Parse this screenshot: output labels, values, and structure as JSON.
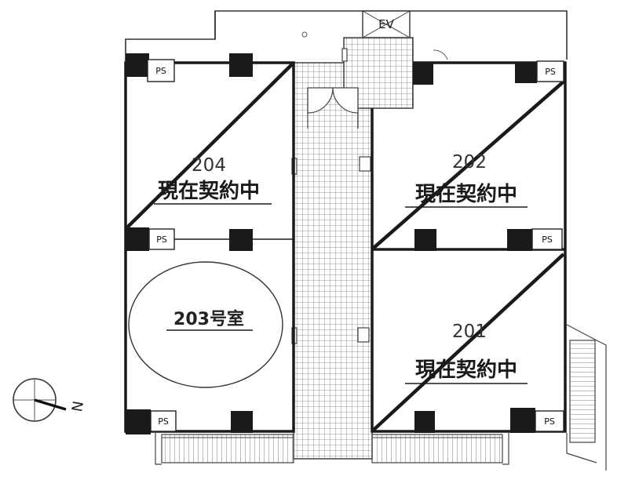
{
  "floorplan": {
    "elevator_label": "EV",
    "ps_label": "PS",
    "compass_label": "N",
    "units": [
      {
        "id": "unit-204",
        "number": "204",
        "status": "現在契約中"
      },
      {
        "id": "unit-202",
        "number": "202",
        "status": "現在契約中"
      },
      {
        "id": "unit-201",
        "number": "201",
        "status": "現在契約中"
      },
      {
        "id": "unit-203",
        "label": "203号室"
      }
    ]
  }
}
